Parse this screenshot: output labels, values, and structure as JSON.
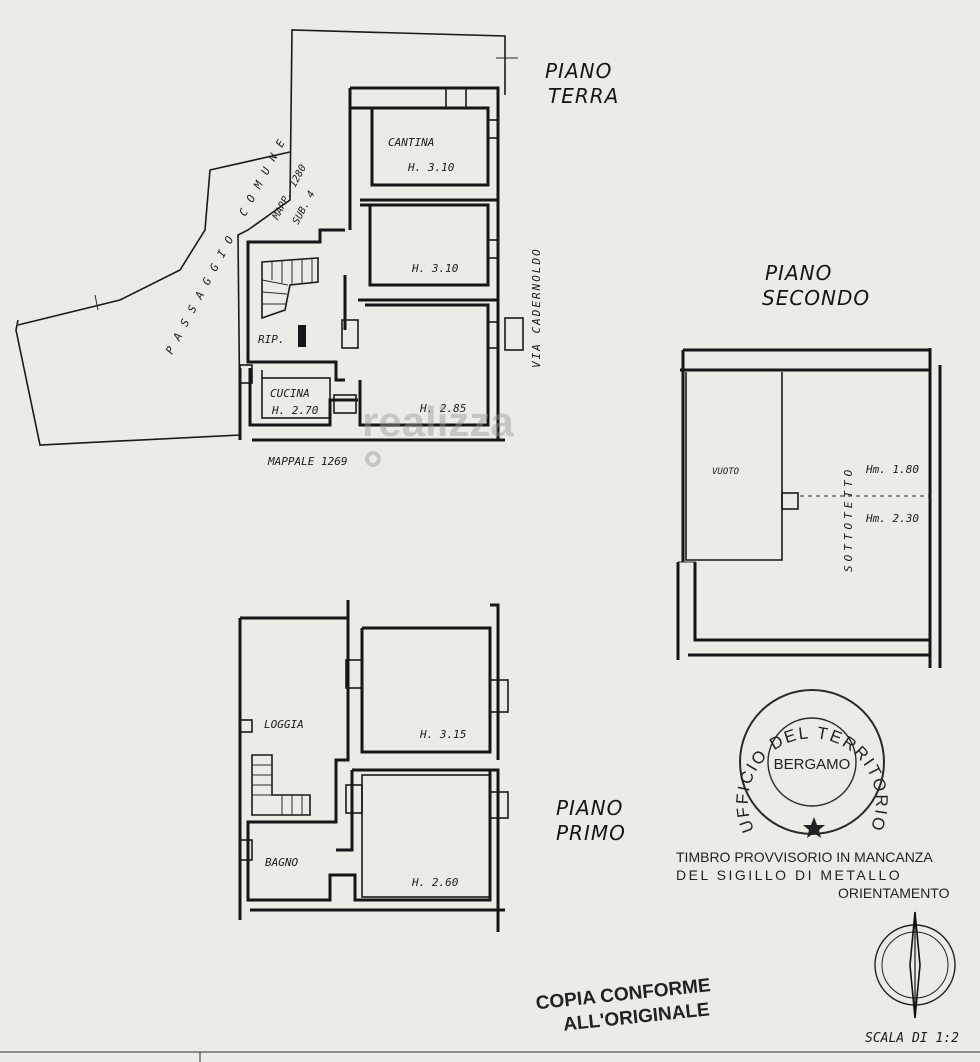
{
  "plans": {
    "ground": {
      "title_line1": "PIANO",
      "title_line2": "TERRA",
      "rooms": {
        "cantina_label": "CANTINA",
        "cantina_height": "H. 3.10",
        "room2_height": "H. 3.10",
        "room3_height": "H. 2.85",
        "cucina_label": "CUCINA",
        "cucina_height": "H. 2.70",
        "rip_label": "RIP."
      },
      "passage_label": "PASSAGGIO COMUNE",
      "mapp_label": "MAPP. 1280",
      "sub_label": "SUB. 4",
      "street_label": "VIA CADERNOLDO",
      "mappale_label": "MAPPALE 1269"
    },
    "first": {
      "title_line1": "PIANO",
      "title_line2": "PRIMO",
      "rooms": {
        "loggia_label": "LOGGIA",
        "room1_height": "H. 3.15",
        "bagno_label": "BAGNO",
        "room2_height": "H. 2.60"
      }
    },
    "second": {
      "title_line1": "PIANO",
      "title_line2": "SECONDO",
      "vuoto_label": "VUOTO",
      "sottotetto_label": "SOTTOTETTO",
      "hm1": "Hm. 1.80",
      "hm2": "Hm. 2.30"
    }
  },
  "stamp": {
    "ring_text": "UFFICIO DEL TERRITORIO",
    "city": "BERGAMO",
    "note_line1": "TIMBRO PROVVISORIO IN MANCANZA",
    "note_line2": "DEL SIGILLO DI METALLO"
  },
  "orientation_label": "ORIENTAMENTO",
  "copy_line1": "COPIA CONFORME",
  "copy_line2": "ALL'ORIGINALE",
  "scale_label": "SCALA DI 1:2",
  "watermark": "realizza",
  "icons": {
    "stamp_star": "star-icon",
    "north_arrow": "north-arrow-icon"
  }
}
